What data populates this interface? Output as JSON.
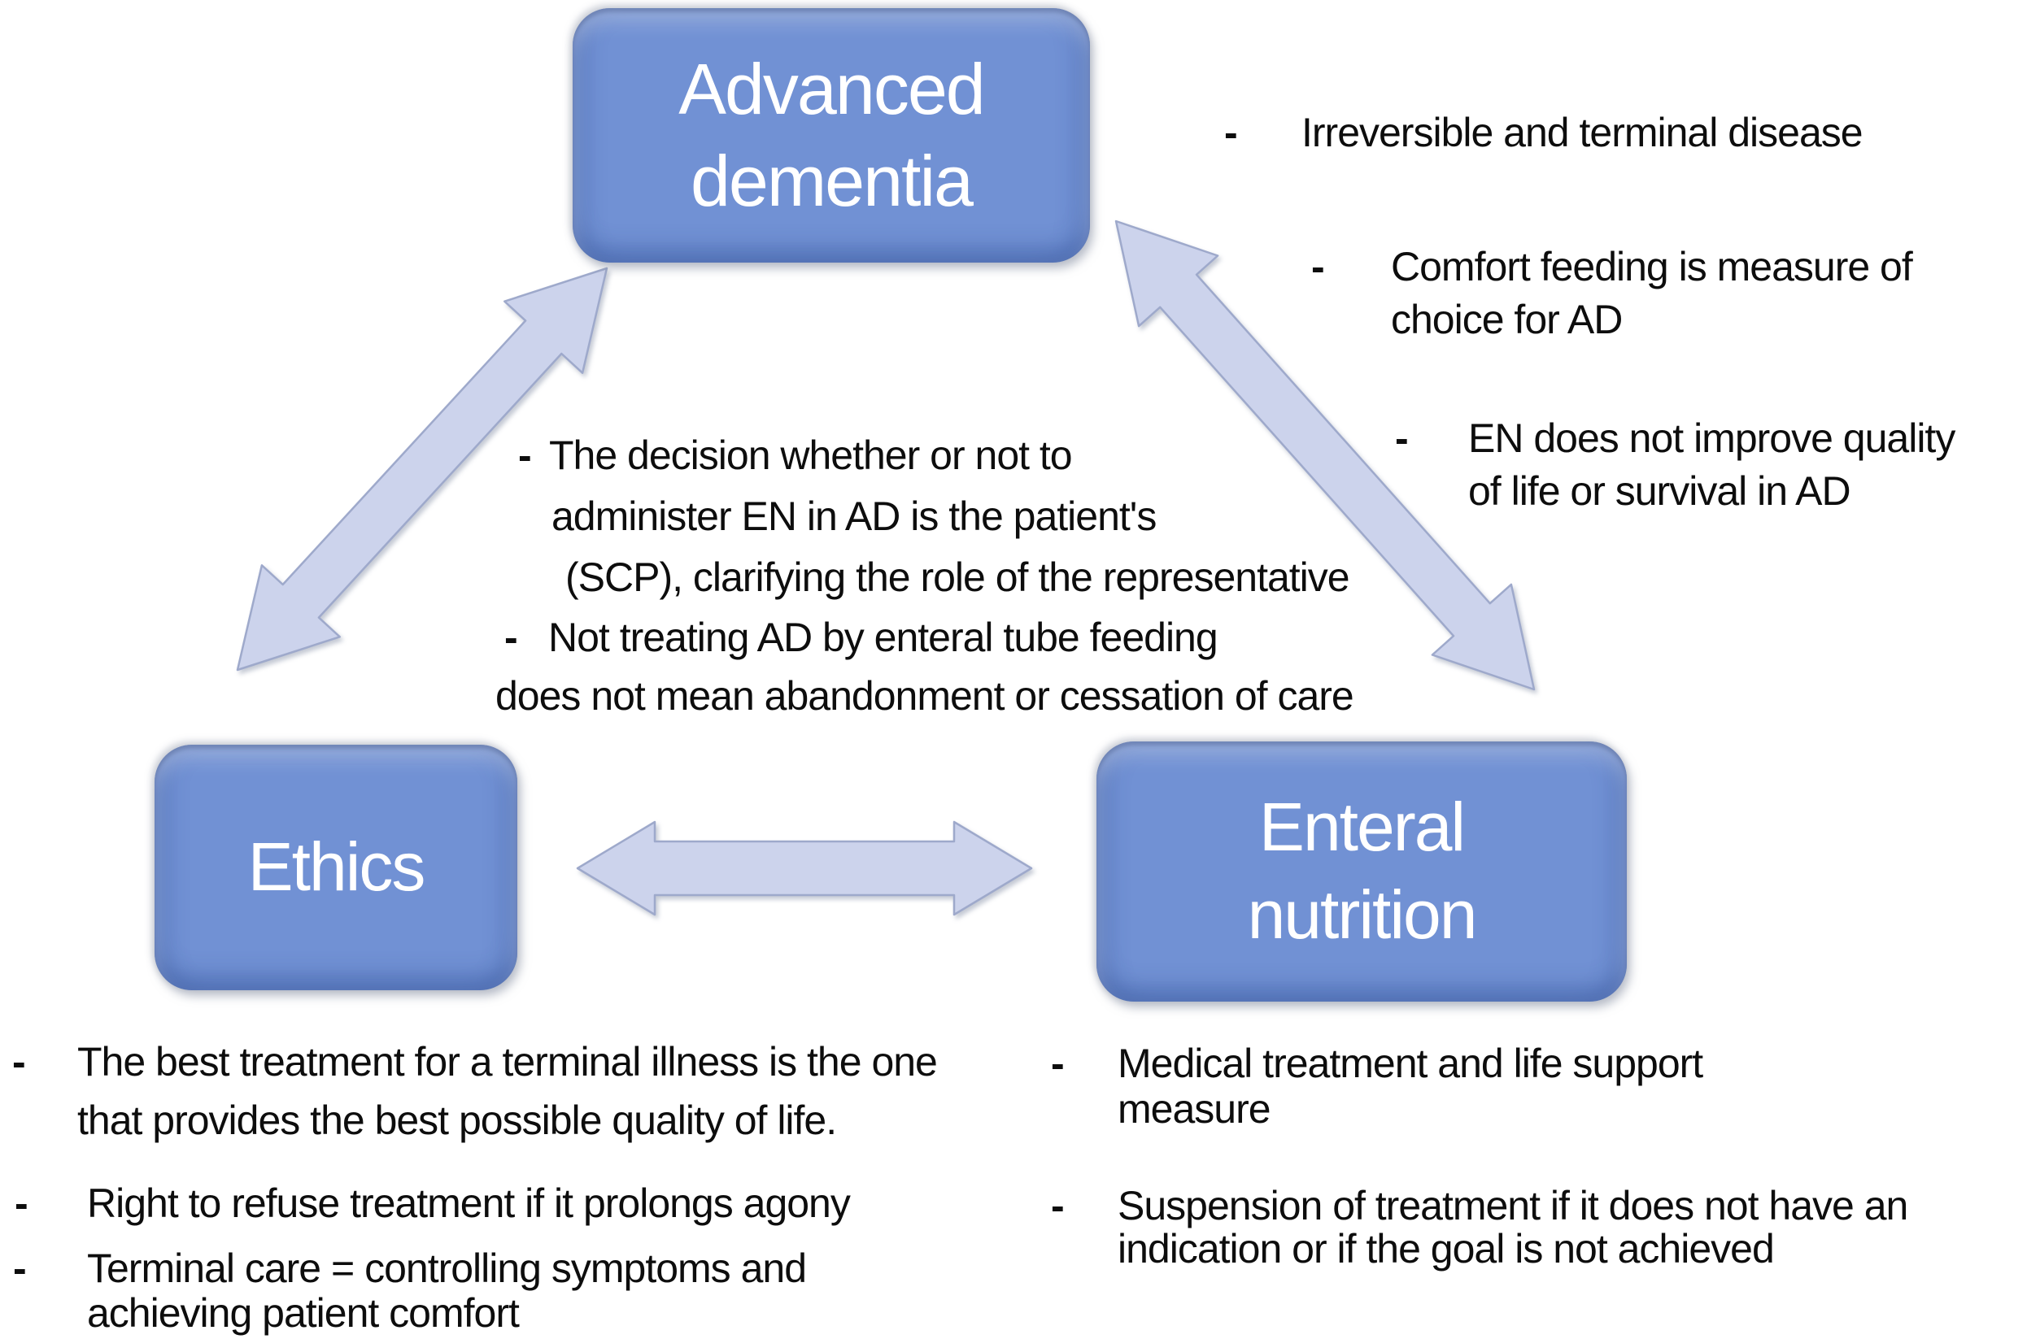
{
  "figure": {
    "colors": {
      "node_fill": "#7191d4",
      "node_text": "#ffffff",
      "arrow_fill": "#ccd3ec",
      "arrow_edge": "#9ea9cb",
      "text": "#0d0d0d"
    },
    "nodes": {
      "advanced_dementia": {
        "lines": [
          "Advanced",
          "dementia"
        ]
      },
      "ethics": {
        "lines": [
          "Ethics"
        ]
      },
      "enteral_nutrition": {
        "lines": [
          "Enteral",
          "nutrition"
        ]
      }
    },
    "arrows": [
      {
        "from": "Ethics",
        "to": "Advanced dementia",
        "style": "double-headed"
      },
      {
        "from": "Enteral nutrition",
        "to": "Advanced dementia",
        "style": "double-headed"
      },
      {
        "from": "Ethics",
        "to": "Enteral nutrition",
        "style": "double-headed"
      }
    ],
    "annotations": {
      "top_right": [
        {
          "bullet": "-",
          "lines": [
            "Irreversible and terminal disease"
          ]
        },
        {
          "bullet": "-",
          "lines": [
            "Comfort feeding is measure of",
            "choice for AD"
          ]
        },
        {
          "bullet": "-",
          "lines": [
            "EN does not improve quality",
            "of life or survival in AD"
          ]
        }
      ],
      "middle": [
        {
          "bullet": "-",
          "lines": [
            "The decision whether or not to",
            "administer EN in AD is the patient's",
            "(SCP), clarifying the role of the representative"
          ]
        },
        {
          "bullet": "-",
          "lines": [
            "Not treating AD by enteral tube feeding",
            "does not mean abandonment or cessation of care"
          ]
        }
      ],
      "bottom_left": [
        {
          "bullet": "-",
          "lines": [
            "The best treatment for a terminal illness is the one",
            "that provides the best possible quality of life."
          ]
        },
        {
          "bullet": "-",
          "lines": [
            "Right to refuse treatment if it prolongs agony"
          ]
        },
        {
          "bullet": "-",
          "lines": [
            "Terminal care = controlling symptoms and",
            "achieving patient comfort"
          ]
        }
      ],
      "bottom_right": [
        {
          "bullet": "-",
          "lines": [
            "Medical treatment and life support",
            "measure"
          ]
        },
        {
          "bullet": "-",
          "lines": [
            "Suspension of treatment if it does not have an",
            "indication or if the goal is not achieved"
          ]
        }
      ]
    }
  }
}
